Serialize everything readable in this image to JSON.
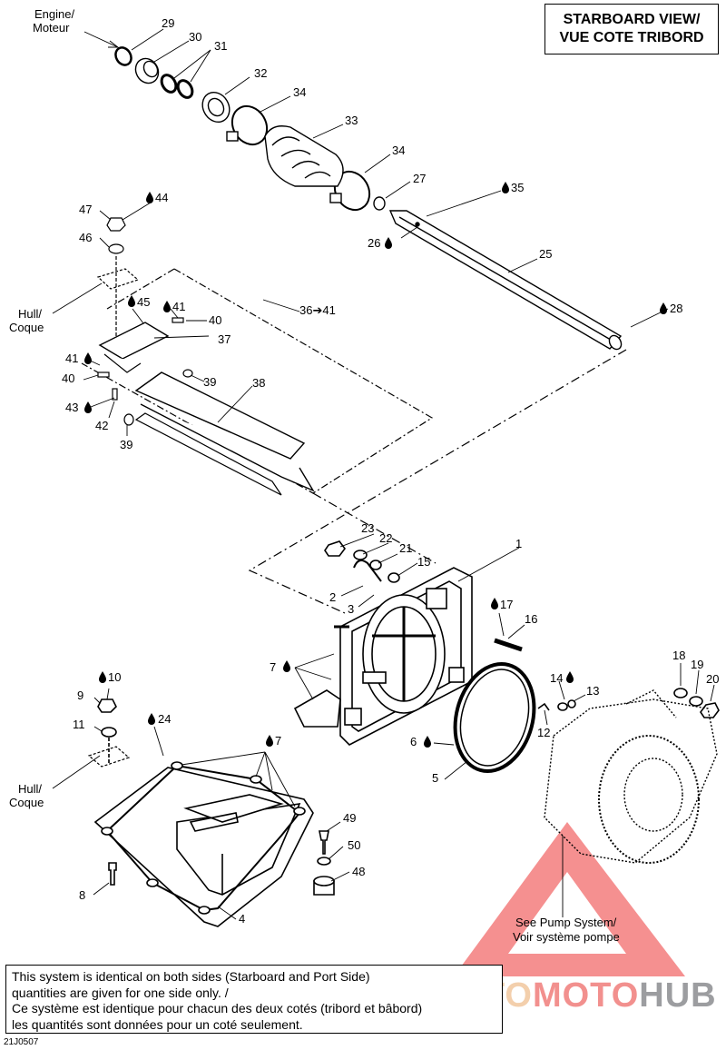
{
  "header": {
    "view_line1": "STARBOARD VIEW/",
    "view_line2": "VUE COTE TRIBORD"
  },
  "labels": {
    "engine_line1": "Engine/",
    "engine_line2": "Moteur",
    "hull_line1": "Hull/",
    "hull_line2": "Coque",
    "see_pump_line1": "See Pump System/",
    "see_pump_line2": "Voir système pompe",
    "range_36_41": "36➔41"
  },
  "callouts": {
    "p1": "1",
    "p2": "2",
    "p3": "3",
    "p4": "4",
    "p5": "5",
    "p6": "6",
    "p7a": "7",
    "p7b": "7",
    "p8": "8",
    "p9": "9",
    "p10": "10",
    "p11": "11",
    "p12": "12",
    "p13": "13",
    "p14": "14",
    "p15": "15",
    "p16": "16",
    "p17": "17",
    "p18": "18",
    "p19": "19",
    "p20": "20",
    "p21": "21",
    "p22": "22",
    "p23": "23",
    "p24": "24",
    "p25": "25",
    "p26": "26",
    "p27": "27",
    "p28": "28",
    "p29": "29",
    "p30": "30",
    "p31": "31",
    "p32": "32",
    "p33": "33",
    "p34a": "34",
    "p34b": "34",
    "p35": "35",
    "p37": "37",
    "p38": "38",
    "p39a": "39",
    "p39b": "39",
    "p40a": "40",
    "p40b": "40",
    "p41a": "41",
    "p41b": "41",
    "p42": "42",
    "p43": "43",
    "p44": "44",
    "p45": "45",
    "p46": "46",
    "p47": "47",
    "p48": "48",
    "p49": "49",
    "p50": "50"
  },
  "note": {
    "line1": "This system is identical on both sides (Starboard and Port Side)",
    "line2": "quantities are given for one side only. /",
    "line3": "Ce système est identique pour chacun des deux cotés (tribord et bâbord)",
    "line4": "les quantités sont données pour un coté seulement."
  },
  "footer": {
    "drawing_code": "21J0507"
  },
  "watermark": {
    "part1": "AUTO",
    "part2": "MOTO",
    "part3": "HUB"
  },
  "colors": {
    "ink": "#000000",
    "wm_triangle": "#f26b6b",
    "wm_auto": "#f2c79e",
    "wm_moto": "#f07d7b",
    "wm_hub": "#8b8d90"
  }
}
